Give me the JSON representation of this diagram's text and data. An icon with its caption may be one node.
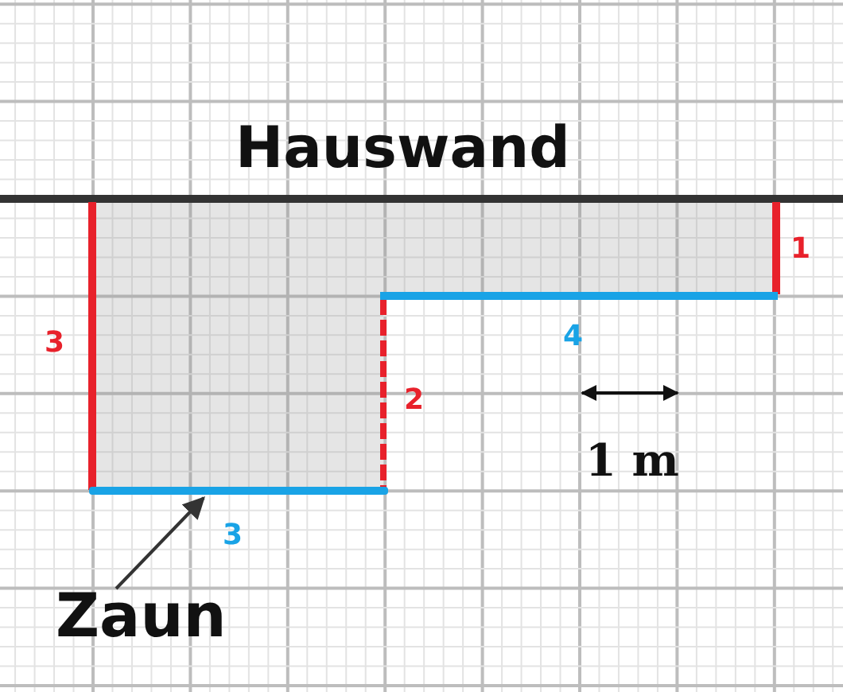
{
  "diagram": {
    "nodes": [
      {
        "text": [
          "Zaun"
        ]
      },
      {
        "text": [],
        "shape": "bar"
      }
    ],
    "edges": [
      {
        "from": 0,
        "to": 1,
        "arrow": "to"
      }
    ],
    "labels": [
      "Hauswand",
      "1",
      "4",
      "3",
      "2",
      "1 m",
      "3"
    ]
  }
}
